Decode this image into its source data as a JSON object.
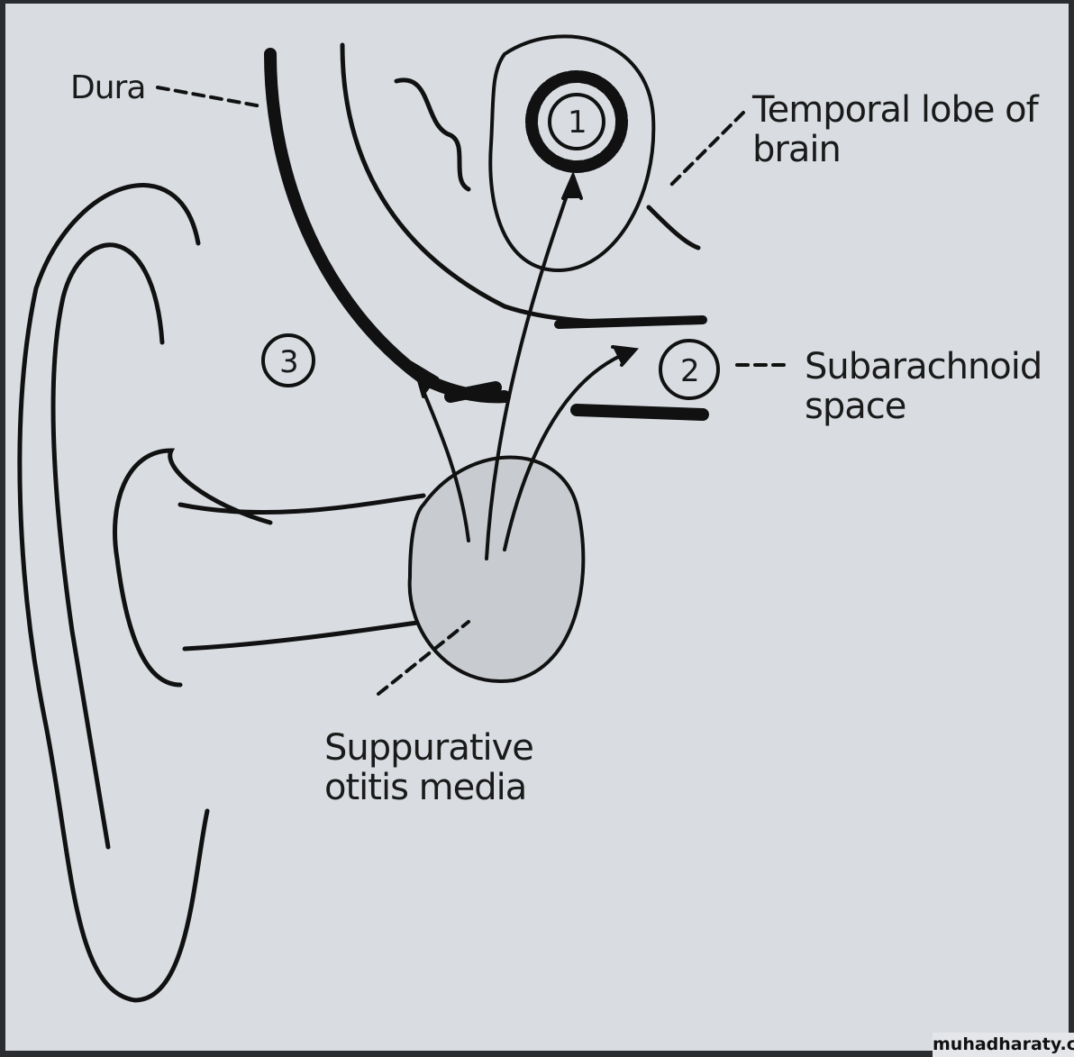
{
  "labels": {
    "dura": "Dura",
    "temporal_lobe": "Temporal lobe of brain",
    "subarachnoid": "Subarachnoid space",
    "otitis": "Suppurative otitis media"
  },
  "numbers": [
    "1",
    "2",
    "3"
  ],
  "watermark": "muhadharaty.com"
}
